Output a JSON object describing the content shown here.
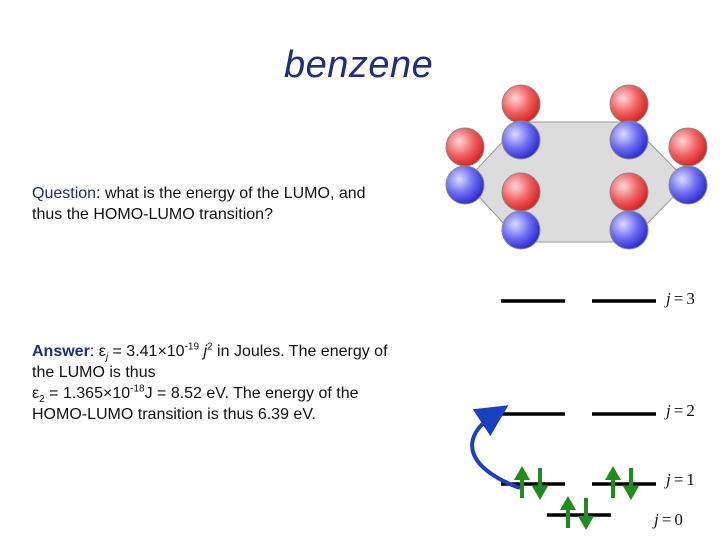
{
  "title": "benzene",
  "question": {
    "label": "Question",
    "text": ": what is the energy of the LUMO, and thus the HOMO-LUMO transition?"
  },
  "answer": {
    "label": "Answer",
    "colon": ": ",
    "eps": "ε",
    "sub_j": "j",
    "eq1": " = 3.41×10",
    "exp1": "-19",
    "var_j": " j",
    "exp2": "2",
    "tail1": " in Joules. The energy of the LUMO is thus",
    "sub_2": "2",
    "eq2": " = 1.365×10",
    "exp3": "-18",
    "tail2": "J = 8.52 eV. The energy of the HOMO-LUMO transition is thus 6.39 eV."
  },
  "levels": [
    {
      "var": "j",
      "eq": "=",
      "val": "3"
    },
    {
      "var": "j",
      "eq": "=",
      "val": "2"
    },
    {
      "var": "j",
      "eq": "=",
      "val": "1"
    },
    {
      "var": "j",
      "eq": "=",
      "val": "0"
    }
  ],
  "colors": {
    "title": "#1f2d7a",
    "label": "#1f2d7a",
    "lobe_red": "#f03a3a",
    "lobe_blue": "#3a3ae8",
    "ring_fill": "#dcdcdc",
    "electron": "#1e8c1e",
    "arrow": "#1a3fbf"
  }
}
